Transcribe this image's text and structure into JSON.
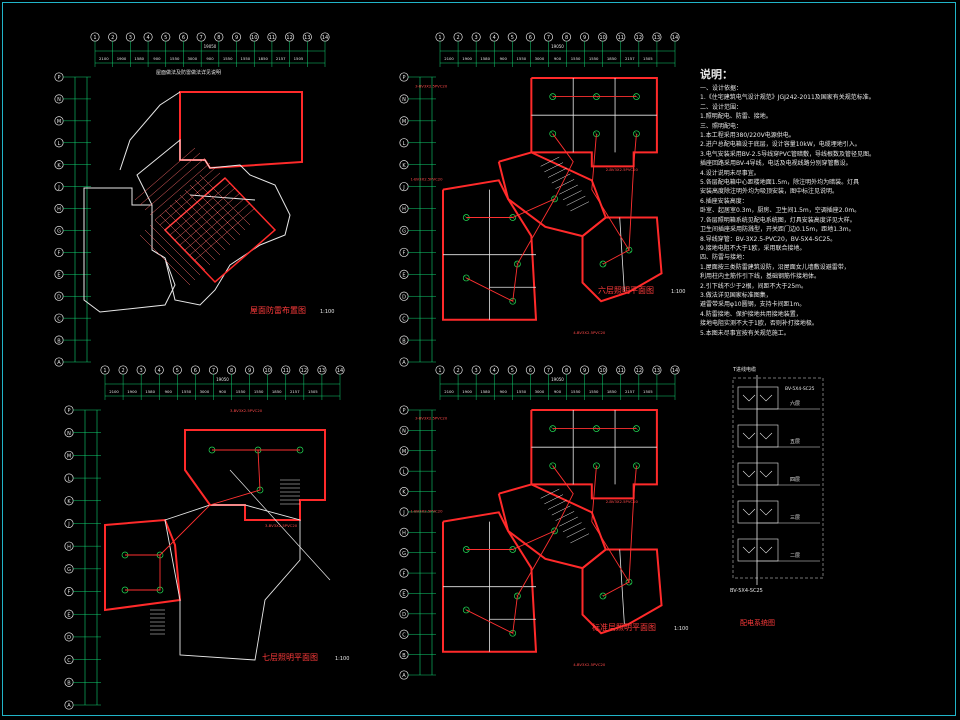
{
  "drawing": {
    "layer_colors": {
      "wall": "#ff2a2a",
      "axis": "#21b4c8",
      "grid": "#10d070",
      "text": "#e8e8e8",
      "title": "#ff3b3b",
      "note": "#ffff66",
      "fixture": "#22dd55"
    },
    "axis_numbers": [
      "1",
      "2",
      "3",
      "4",
      "5",
      "6",
      "7",
      "8",
      "9",
      "10",
      "11",
      "12",
      "13",
      "14"
    ],
    "axis_letters": [
      "P",
      "N",
      "M",
      "L",
      "K",
      "J",
      "H",
      "G",
      "F",
      "E",
      "D",
      "C",
      "B",
      "A"
    ],
    "dims_top": [
      "2100",
      "1900",
      "1580",
      "900",
      "1550",
      "3000",
      "900",
      "1550",
      "1550",
      "1850",
      "2157",
      "1505"
    ],
    "total_dim": "19050"
  },
  "plans": [
    {
      "id": "roof",
      "title": "屋面防雷布置图",
      "scale": "1:100"
    },
    {
      "id": "sixth",
      "title": "六层照明平面图",
      "scale": "1:100"
    },
    {
      "id": "seventh",
      "title": "七层照明平面图",
      "scale": "1:100"
    },
    {
      "id": "typical",
      "title": "标准层照明平面图",
      "scale": "1:100"
    }
  ],
  "riser": {
    "title": "配电系统图",
    "top": "T进线电缆",
    "bottom": "BV-5X4-SC25",
    "floors": [
      "六层",
      "五层",
      "四层",
      "三层",
      "二层"
    ]
  },
  "notes": {
    "heading": "说明：",
    "lines": [
      "一、设计依据：",
      "1.《住宅建筑电气设计规范》JGJ242-2011及国家有关规范标准。",
      "二、设计范围：",
      "1.照明配电、防雷、接地。",
      "三、照明配电：",
      "1.本工程采用380/220V电源供电。",
      "2.进户总配电箱设于底层，设计容量10kW，电缆埋地引入。",
      "3.电气安装采用BV-2.5导线穿PVC管暗敷，导线根数及管径见图。",
      "  插座回路采用BV-4导线，电话及电视线路分别穿管敷设。",
      "4.设计说明未尽事宜。",
      "5.各层配电箱中心距楼地面1.5m，除注明外均为暗装。灯具",
      "  安装高度除注明外均为吸顶安装，图中标注见说明。",
      "6.插座安装高度：",
      "  卧室、起居室0.3m，厨房、卫生间1.5m，空调插座2.0m。",
      "7.各层照明箱系统见配电系统图，灯具安装高度详见大样。",
      "  卫生间插座采用防溅型，开关距门边0.15m，距地1.3m。",
      "8.导线穿管：BV-3X2.5-PVC20，BV-5X4-SC25。",
      "9.接地电阻不大于1欧，采用联合接地。",
      "四、防雷与接地：",
      "1.屋面按三类防雷建筑设防，沿屋面女儿墙敷设避雷带，",
      "  利用柱内主筋作引下线，基础钢筋作接地体。",
      "2.引下线不少于2根，间距不大于25m。",
      "3.做法详见国家标准图集，",
      "  避雷带采用φ10圆钢，支持卡间距1m。",
      "4.防雷接地、保护接地共用接地装置，",
      "  接地电阻实测不大于1欧，否则补打接地极。",
      "5.本图未尽事宜按有关规范施工。"
    ]
  }
}
